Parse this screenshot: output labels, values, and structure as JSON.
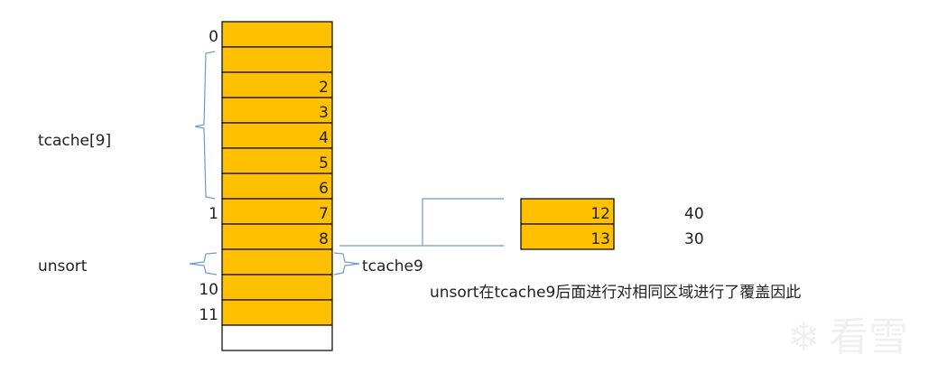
{
  "colors": {
    "chunk_fill": "#ffc000",
    "empty_fill": "#ffffff",
    "connector": "#6b9bd1"
  },
  "main_column": {
    "cells": [
      {
        "inner": "",
        "outer": "0",
        "filled": true
      },
      {
        "inner": "",
        "outer": "",
        "filled": true
      },
      {
        "inner": "2",
        "outer": "",
        "filled": true
      },
      {
        "inner": "3",
        "outer": "",
        "filled": true
      },
      {
        "inner": "4",
        "outer": "",
        "filled": true
      },
      {
        "inner": "5",
        "outer": "",
        "filled": true
      },
      {
        "inner": "6",
        "outer": "",
        "filled": true
      },
      {
        "inner": "7",
        "outer": "1",
        "filled": true
      },
      {
        "inner": "8",
        "outer": "",
        "filled": true
      },
      {
        "inner": "",
        "outer": "",
        "filled": true
      },
      {
        "inner": "",
        "outer": "10",
        "filled": true
      },
      {
        "inner": "",
        "outer": "11",
        "filled": true
      },
      {
        "inner": "",
        "outer": "",
        "filled": false
      }
    ]
  },
  "side_column": {
    "cells": [
      {
        "inner": "12",
        "outer": "40"
      },
      {
        "inner": "13",
        "outer": "30"
      }
    ]
  },
  "labels": {
    "tcache_group": "tcache[9]",
    "unsort": "unsort",
    "tcache9": "tcache9",
    "note": "unsort在tcache9后面进行对相同区域进行了覆盖因此"
  },
  "watermark": {
    "text": "看雪"
  }
}
